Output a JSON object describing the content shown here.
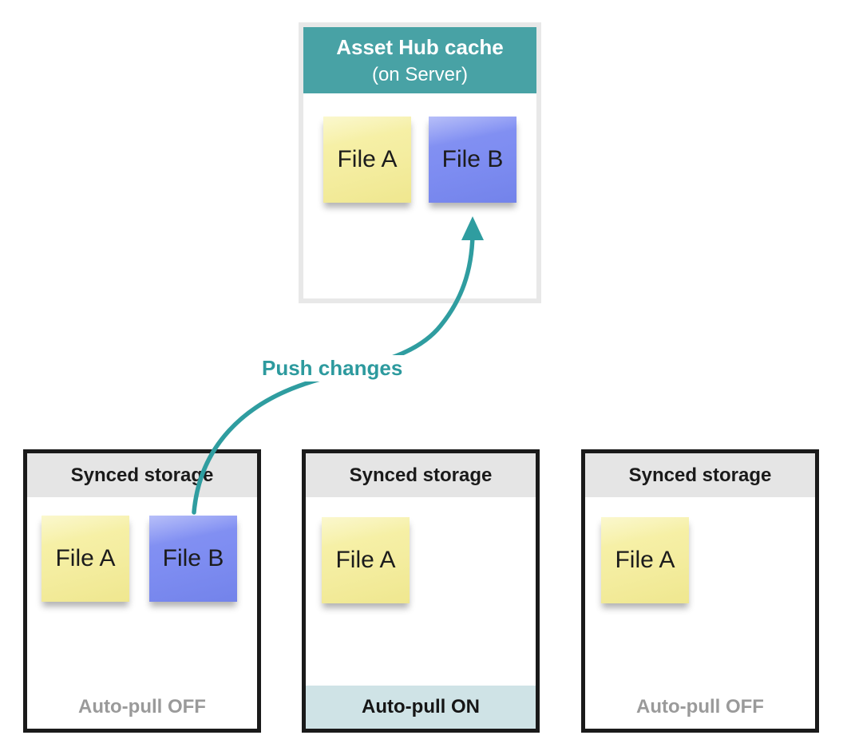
{
  "hub": {
    "title": "Asset Hub cache",
    "subtitle": "(on Server)",
    "files": [
      {
        "label": "File A",
        "color": "yellow"
      },
      {
        "label": "File B",
        "color": "blue"
      }
    ]
  },
  "arrow": {
    "label": "Push changes",
    "from": "Synced storage (left) File B",
    "to": "Asset Hub cache File B"
  },
  "storages": [
    {
      "title": "Synced storage",
      "files": [
        {
          "label": "File A",
          "color": "yellow"
        },
        {
          "label": "File B",
          "color": "blue"
        }
      ],
      "footer": "Auto-pull OFF",
      "auto_pull": "OFF"
    },
    {
      "title": "Synced storage",
      "files": [
        {
          "label": "File A",
          "color": "yellow"
        }
      ],
      "footer": "Auto-pull ON",
      "auto_pull": "ON"
    },
    {
      "title": "Synced storage",
      "files": [
        {
          "label": "File A",
          "color": "yellow"
        }
      ],
      "footer": "Auto-pull OFF",
      "auto_pull": "OFF"
    }
  ],
  "colors": {
    "hub_header_teal": "#48a2a5",
    "arrow_teal": "#2f9da0",
    "push_label_teal": "#2d9a9e",
    "note_yellow": "#f4eda0",
    "note_blue": "#7d8cf1",
    "storage_header_bg": "#e5e5e5",
    "storage_border": "#1a1a1a",
    "hub_border": "#e8e8e8",
    "auto_pull_on_bg": "#cfe3e6",
    "auto_pull_off_text": "#9a9a9a"
  }
}
